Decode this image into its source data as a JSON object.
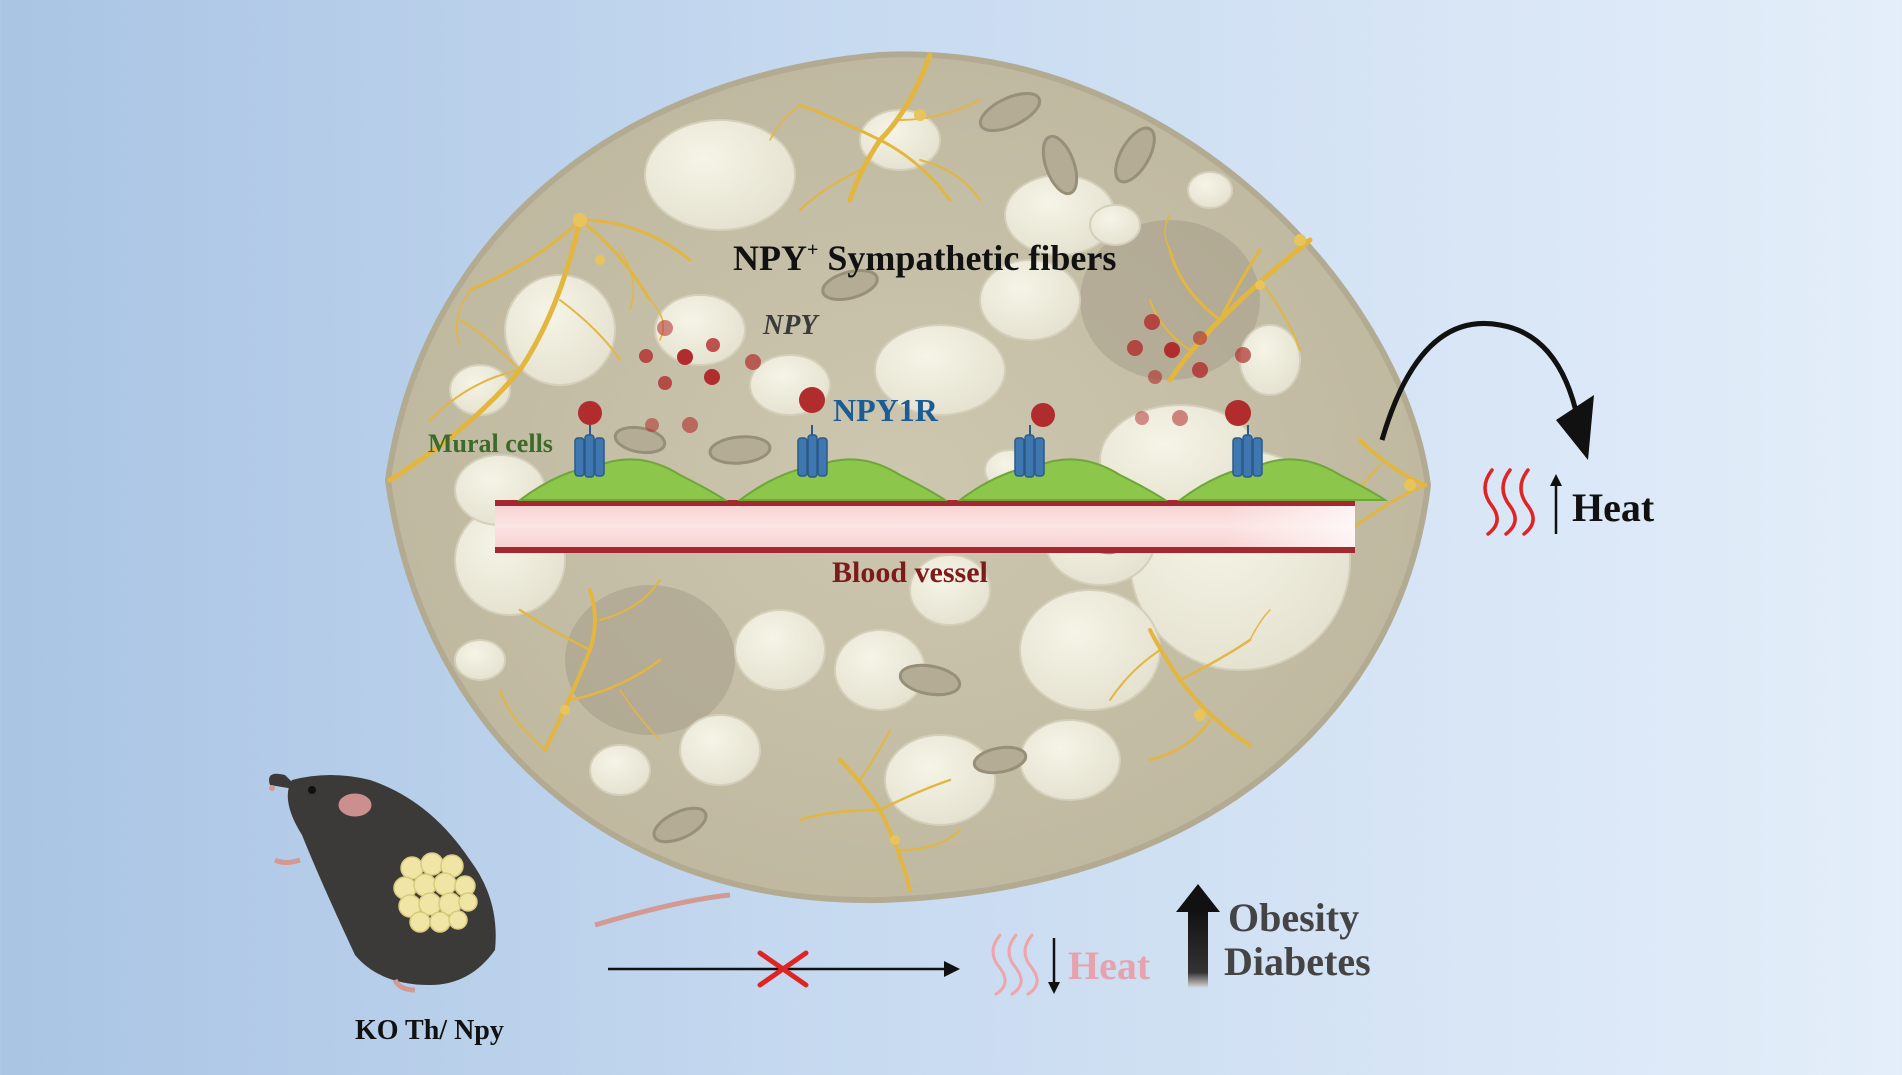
{
  "labels": {
    "fibers_main": "NPY",
    "fibers_sup": "+",
    "fibers_rest": " Sympathetic fibers",
    "npy": "NPY",
    "npy1r": "NPY1R",
    "mural_cells": "Mural cells",
    "blood_vessel": "Blood vessel",
    "heat_increase": "Heat",
    "heat_decrease": "Heat",
    "obesity": "Obesity",
    "diabetes": "Diabetes",
    "knockout": "KO Th/ Npy"
  },
  "colors": {
    "tissue": "#c6c0a8",
    "fiber": "#e3b640",
    "npy_dot": "#b12c2c",
    "receptor": "#3f78b0",
    "mural_cell": "#8cc64a",
    "vessel_wall": "#a3282f",
    "heat_waves": "#e02424",
    "inhibit_x": "#e02424"
  },
  "icons": [
    "adipose-tissue-icon",
    "sympathetic-fiber-icon",
    "npy-receptor-icon",
    "mouse-icon",
    "heat-waves-icon",
    "inhibition-x-icon"
  ]
}
